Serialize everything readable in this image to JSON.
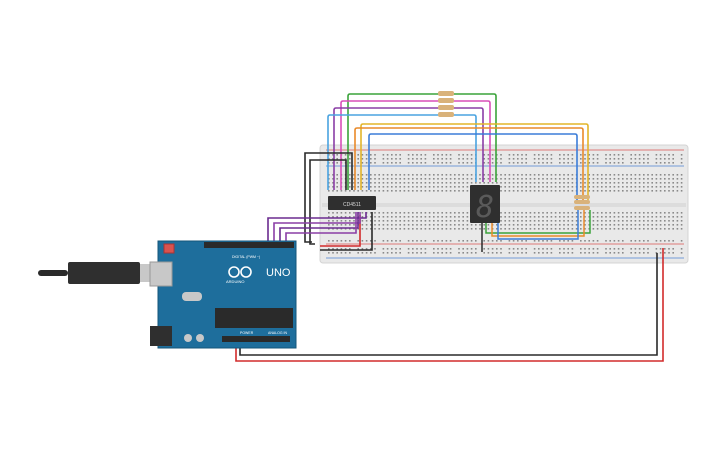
{
  "arduino": {
    "board_name": "UNO",
    "brand": "ARDUINO",
    "digital_header_label": "DIGITAL (PWM ~)",
    "power_label": "POWER",
    "analog_label": "ANALOG IN",
    "colors": {
      "board": "#1e6e9c",
      "board_edge": "#14557a",
      "header": "#2a2a2a",
      "usb": "#c8c8c8",
      "reset": "#d9534f"
    }
  },
  "chip": {
    "label": "CD4511",
    "color": "#2f2f2f"
  },
  "display": {
    "digit": "8",
    "color": "#2f2f2f"
  },
  "breadboard": {
    "color": "#e9e9e9",
    "rail_red": "#d9534f",
    "rail_blue": "#4a7fd1"
  },
  "resistor": {
    "color": "#d9b27a"
  },
  "wire_colors": {
    "green": "#3aa33a",
    "pink": "#d84fb8",
    "purple": "#8a3ea6",
    "lightblue": "#4aa3e0",
    "yellow": "#e3b52a",
    "orange": "#e98a2a",
    "blue": "#3b7dd8",
    "black": "#2a2a2a",
    "red": "#d22b2b",
    "darkpurple": "#6b2b8f"
  }
}
